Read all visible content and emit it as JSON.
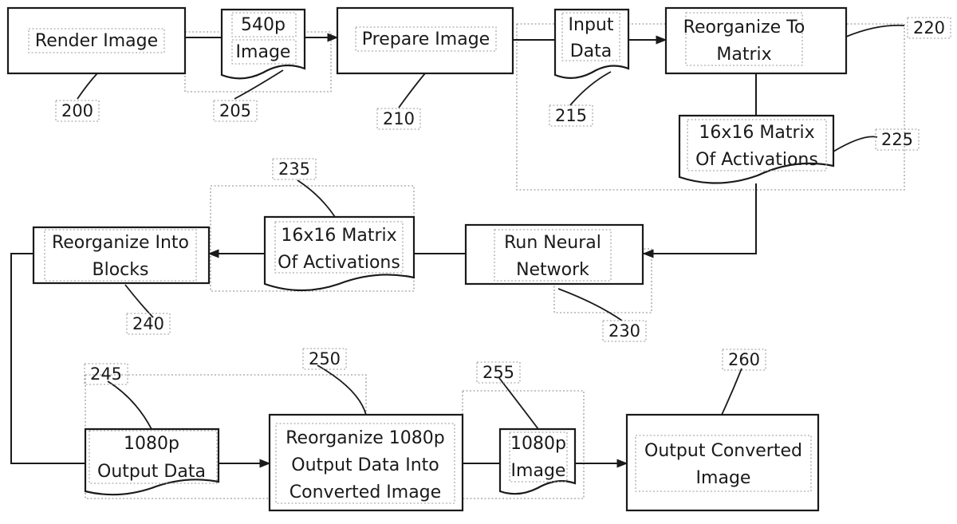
{
  "nodes": {
    "n200": {
      "ref": "200",
      "lines": [
        "Render Image"
      ]
    },
    "n205": {
      "ref": "205",
      "lines": [
        "540p",
        "Image"
      ]
    },
    "n210": {
      "ref": "210",
      "lines": [
        "Prepare Image"
      ]
    },
    "n215": {
      "ref": "215",
      "lines": [
        "Input",
        "Data"
      ]
    },
    "n220": {
      "ref": "220",
      "lines": [
        "Reorganize To",
        "Matrix"
      ]
    },
    "n225": {
      "ref": "225",
      "lines": [
        "16x16 Matrix",
        "Of Activations"
      ]
    },
    "n230": {
      "ref": "230",
      "lines": [
        "Run Neural",
        "Network"
      ]
    },
    "n235": {
      "ref": "235",
      "lines": [
        "16x16 Matrix",
        "Of Activations"
      ]
    },
    "n240": {
      "ref": "240",
      "lines": [
        "Reorganize Into",
        "Blocks"
      ]
    },
    "n245": {
      "ref": "245",
      "lines": [
        "1080p",
        "Output Data"
      ]
    },
    "n250": {
      "ref": "250",
      "lines": [
        "Reorganize 1080p",
        "Output Data Into",
        "Converted Image"
      ]
    },
    "n255": {
      "ref": "255",
      "lines": [
        "1080p",
        "Image"
      ]
    },
    "n260": {
      "ref": "260",
      "lines": [
        "Output Converted",
        "Image"
      ]
    }
  }
}
